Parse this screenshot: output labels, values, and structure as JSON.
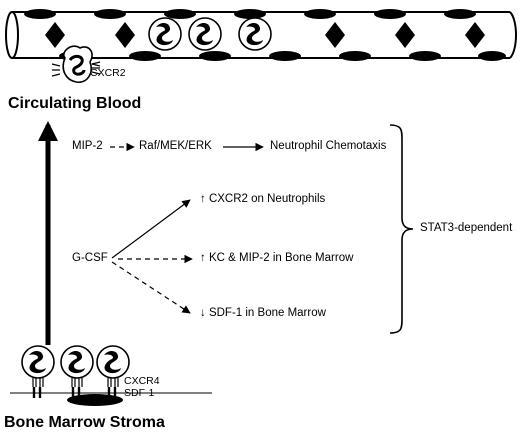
{
  "labels": {
    "circulating_blood": "Circulating Blood",
    "bone_marrow_stroma": "Bone Marrow Stroma",
    "cxcr2_vessel": "CXCR2",
    "cxcr4": "CXCR4",
    "sdf1_stroma": "SDF-1",
    "stat3": "STAT3-dependent"
  },
  "pathway": {
    "mip2": "MIP-2",
    "raf": "Raf/MEK/ERK",
    "chemotaxis": "Neutrophil Chemotaxis"
  },
  "gcsf": {
    "source": "G-CSF",
    "effects": [
      {
        "arrow": "up",
        "symbol": "↑",
        "text": "CXCR2 on Neutrophils"
      },
      {
        "arrow": "up",
        "symbol": "↑",
        "text": "KC & MIP-2 in Bone Marrow"
      },
      {
        "arrow": "down",
        "symbol": "↓",
        "text": "SDF-1 in Bone Marrow"
      }
    ]
  }
}
